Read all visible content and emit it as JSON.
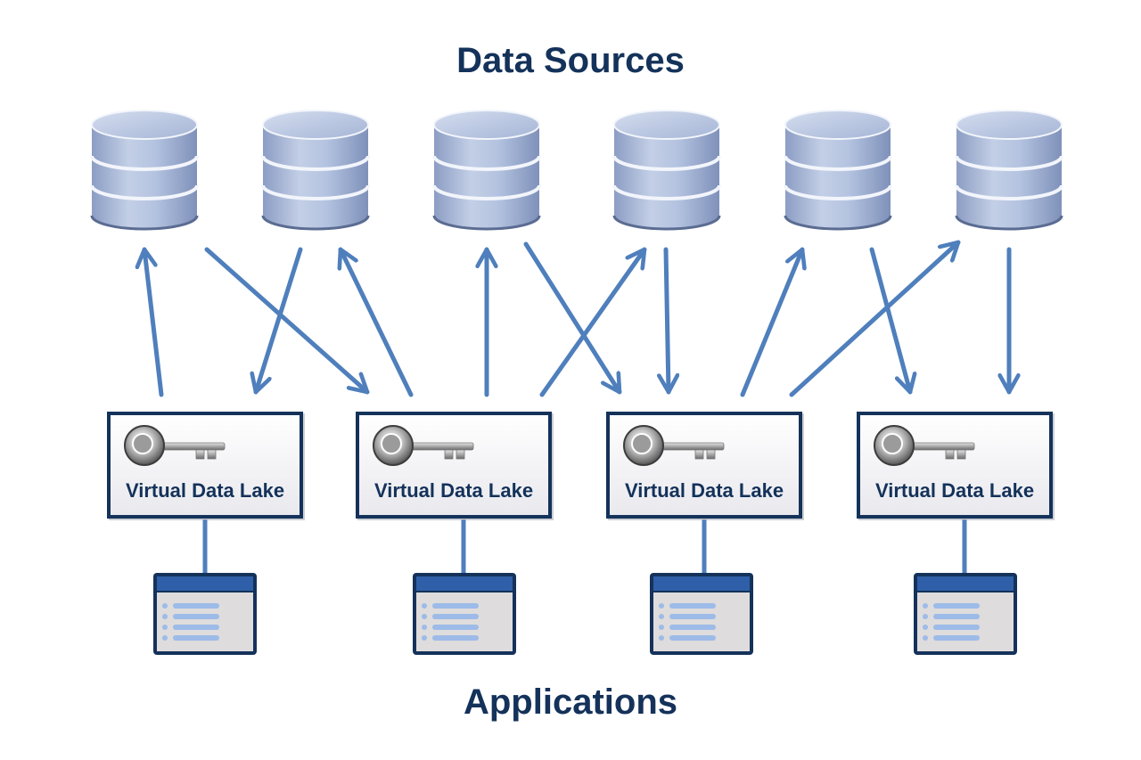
{
  "title_top": "Data Sources",
  "title_bottom": "Applications",
  "lakes": [
    {
      "label": "Virtual Data Lake"
    },
    {
      "label": "Virtual Data Lake"
    },
    {
      "label": "Virtual Data Lake"
    },
    {
      "label": "Virtual Data Lake"
    }
  ],
  "databases": [
    {
      "icon": "database-icon"
    },
    {
      "icon": "database-icon"
    },
    {
      "icon": "database-icon"
    },
    {
      "icon": "database-icon"
    },
    {
      "icon": "database-icon"
    },
    {
      "icon": "database-icon"
    }
  ],
  "applications": [
    {
      "icon": "application-window-icon"
    },
    {
      "icon": "application-window-icon"
    },
    {
      "icon": "application-window-icon"
    },
    {
      "icon": "application-window-icon"
    }
  ],
  "connections": [
    {
      "from": "lake-1",
      "to": "database-1",
      "direction": "up"
    },
    {
      "from": "database-2",
      "to": "lake-1",
      "direction": "down"
    },
    {
      "from": "database-1",
      "to": "lake-2",
      "direction": "down"
    },
    {
      "from": "lake-2",
      "to": "database-2",
      "direction": "up"
    },
    {
      "from": "lake-2",
      "to": "database-3",
      "direction": "up"
    },
    {
      "from": "lake-2",
      "to": "database-4",
      "direction": "up"
    },
    {
      "from": "database-3",
      "to": "lake-3",
      "direction": "down"
    },
    {
      "from": "database-4",
      "to": "lake-3",
      "direction": "down"
    },
    {
      "from": "lake-3",
      "to": "database-5",
      "direction": "up"
    },
    {
      "from": "lake-3",
      "to": "database-6",
      "direction": "up"
    },
    {
      "from": "database-5",
      "to": "lake-4",
      "direction": "down"
    },
    {
      "from": "database-6",
      "to": "lake-4",
      "direction": "down"
    }
  ],
  "colors": {
    "heading": "#14325a",
    "arrow": "#4f7fbc",
    "database_body": "#a3b4d6",
    "lake_border": "#14325a",
    "app_header": "#2f5fa8"
  }
}
